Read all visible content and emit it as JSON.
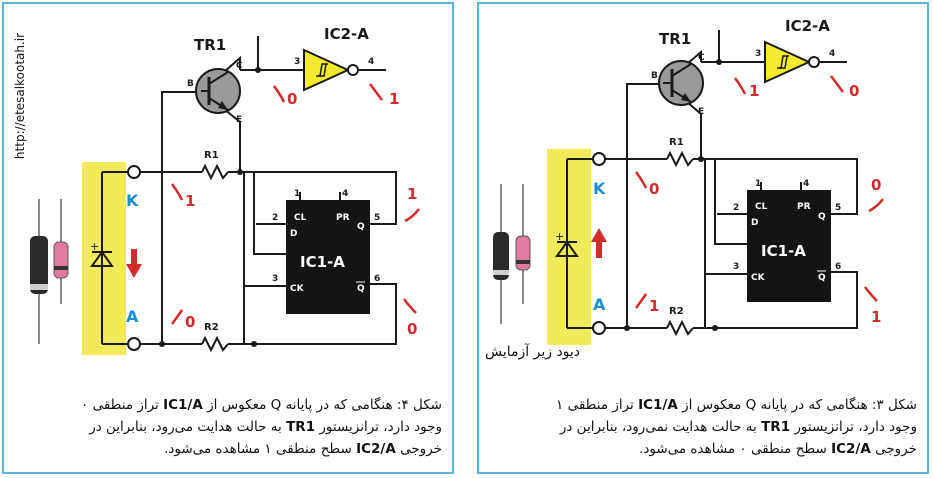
{
  "watermark": "http://etesalkootah.ir",
  "labels": {
    "tr1": "TR1",
    "ic2a": "IC2-A",
    "ic1a": "IC1-A",
    "r1": "R1",
    "r2": "R2",
    "pin_b": "B",
    "pin_c": "C",
    "pin_e": "E",
    "pin_3": "3",
    "pin_4": "4",
    "ff_pin_1": "1",
    "ff_pin_4": "4",
    "ff_pin_2": "2",
    "ff_pin_5": "5",
    "ff_pin_3": "3",
    "ff_pin_6": "6",
    "cl": "CL",
    "pr": "PR",
    "d": "D",
    "q": "Q",
    "ck": "CK",
    "qbar": "Q",
    "k": "K",
    "a": "A"
  },
  "left": {
    "logic_c": "0",
    "logic_out": "1",
    "logic_k": "1",
    "logic_a": "0",
    "logic_q": "1",
    "logic_qbar": "0",
    "caption_line1_pre": "شکل ۴: هنگامی که در پایانه Q معکوس از ",
    "caption_line1_bold": "IC1/A",
    "caption_line1_post": " تراز منطقی ۰",
    "caption_line2_pre": "وجود دارد، ترانزیستور ",
    "caption_line2_bold": "TR1",
    "caption_line2_post": " به حالت هدایت می‌رود، بنابراین در",
    "caption_line3_pre": "خروجی ",
    "caption_line3_bold": "IC2/A",
    "caption_line3_post": " سطح منطقی ۱ مشاهده می‌شود."
  },
  "right": {
    "logic_c": "1",
    "logic_out": "0",
    "logic_k": "0",
    "logic_a": "1",
    "logic_q": "0",
    "logic_qbar": "1",
    "diode_label": "دیود زیر آزمایش",
    "caption_line1_pre": "شکل ۳: هنگامی که در پایانه Q معکوس از ",
    "caption_line1_bold": "IC1/A",
    "caption_line1_post": " تراز منطقی ۱",
    "caption_line2_pre": "وجود دارد، ترانزیستور ",
    "caption_line2_bold": "TR1",
    "caption_line2_post": " به حالت هدایت نمی‌رود، بنابراین در",
    "caption_line3_pre": "خروجی ",
    "caption_line3_bold": "IC2/A",
    "caption_line3_post": " سطح منطقی ۰ مشاهده می‌شود."
  },
  "colors": {
    "panel_border": "#5ab4d8",
    "yellow_strip": "#f1ea5a",
    "gate_fill": "#f5ea2e",
    "chip_fill": "#141414",
    "label_blue": "#1a8fd0",
    "logic_red": "#d22b2b",
    "wire": "#1a1a1a"
  }
}
